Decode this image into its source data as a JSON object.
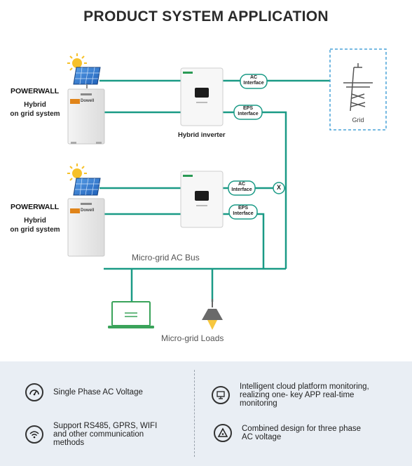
{
  "title": "PRODUCT SYSTEM APPLICATION",
  "systems": [
    {
      "main": "POWERWALL",
      "sub_line1": "Hybrid",
      "sub_line2": "on grid system"
    },
    {
      "main": "POWERWALL",
      "sub_line1": "Hybrid",
      "sub_line2": "on grid system"
    }
  ],
  "battery_brand": "Dowell",
  "inverter_label": "Hybrid inverter",
  "interfaces": {
    "ac_1": {
      "line1": "AC",
      "line2": "Interface"
    },
    "eps_1": {
      "line1": "EPS",
      "line2": "Interface"
    },
    "ac_2": {
      "line1": "AC",
      "line2": "Interface"
    },
    "eps_2": {
      "line1": "EPS",
      "line2": "Interface"
    }
  },
  "switch_symbol": "X",
  "grid_label": "Grid",
  "bus_label": "Micro-grid AC Bus",
  "loads_label": "Micro-grid Loads",
  "features": {
    "f1": {
      "icon": "speedometer-icon",
      "line1": "Single Phase AC Voltage"
    },
    "f2": {
      "icon": "wifi-icon",
      "line1": "Support RS485, GPRS, WIFI",
      "line2": "and other communication",
      "line3": "methods"
    },
    "f3": {
      "icon": "cloud-monitor-icon",
      "line1": "Intelligent cloud platform monitoring,",
      "line2": "realizing one- key APP real-time",
      "line3": "monitoring"
    },
    "f4": {
      "icon": "triangle-phase-icon",
      "line1": "Combined design for three phase",
      "line2": "AC voltage"
    }
  },
  "colors": {
    "wire": "#1a9a86",
    "grid_border": "#4aa3d8",
    "feature_bg": "#e9eef4"
  }
}
